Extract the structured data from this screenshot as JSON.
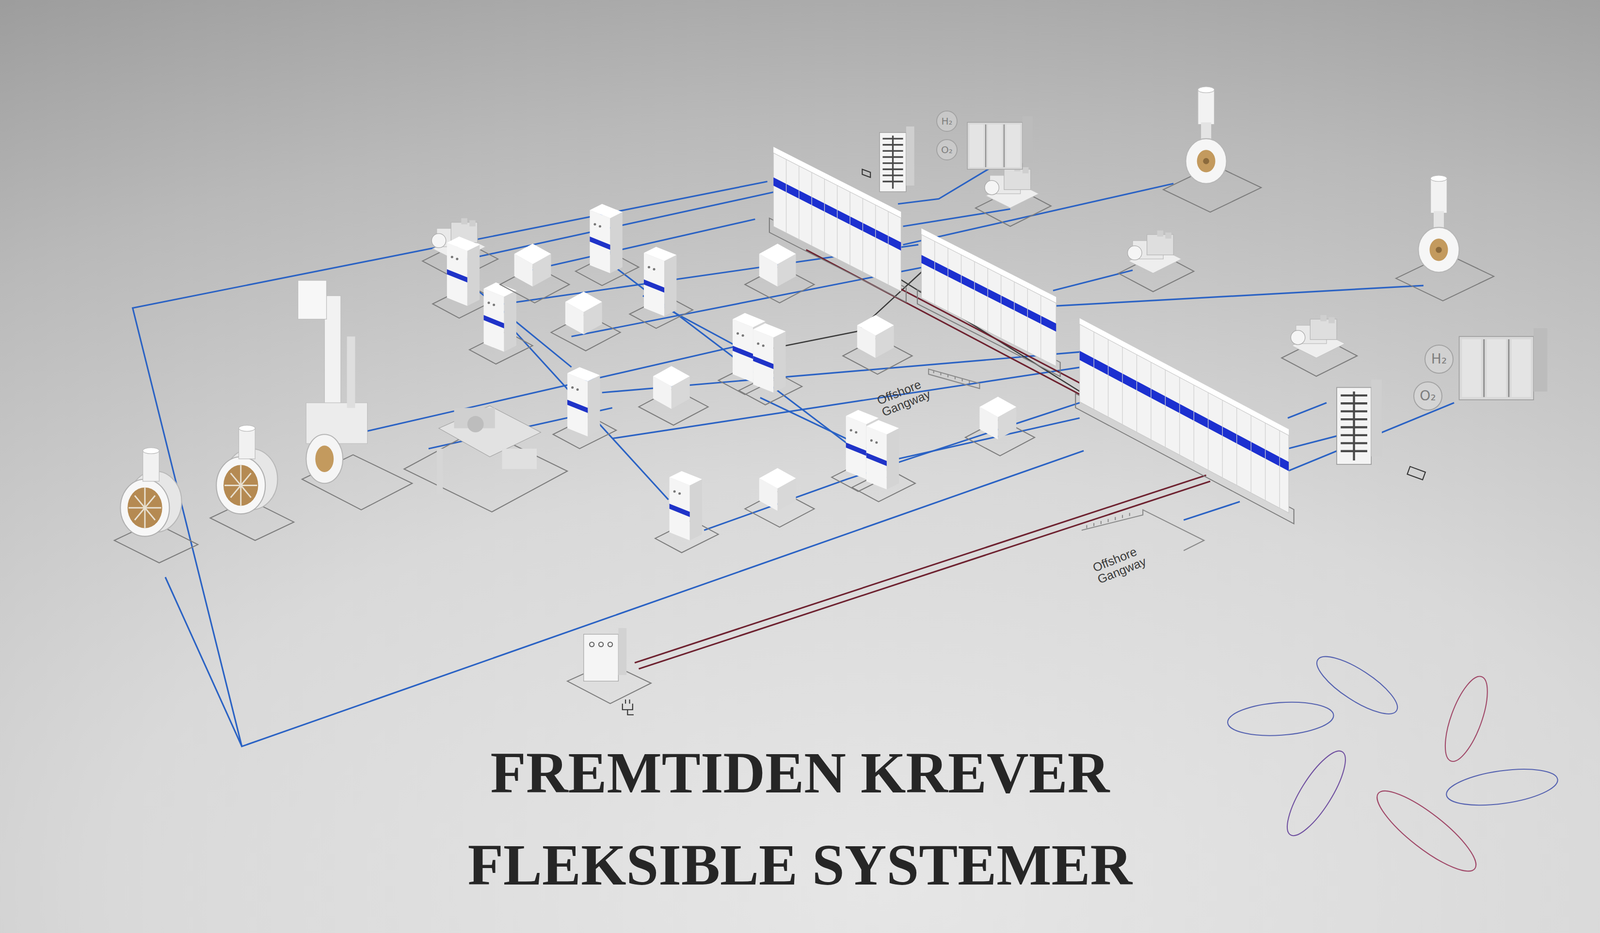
{
  "diagram": {
    "title": "FREMTIDEN KREVER FLEKSIBLE SYSTEMER",
    "nodes": [
      {
        "text": [
          "H₂"
        ]
      },
      {
        "text": [
          "O₂"
        ]
      },
      {
        "text": [
          "H₂"
        ]
      },
      {
        "text": [
          "O₂"
        ]
      }
    ],
    "labels": [
      "Offshore Gangway",
      "Offshore Gangway"
    ]
  }
}
